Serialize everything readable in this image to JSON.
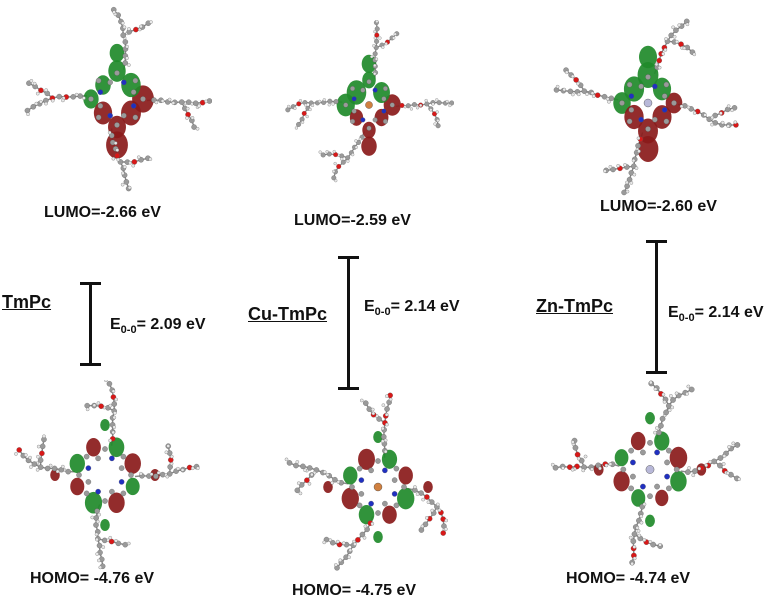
{
  "panels": [
    {
      "name": "TmPc",
      "lumo_label": "LUMO=-2.66 eV",
      "homo_label": "HOMO= -4.76 eV",
      "gap_symbol": "E",
      "gap_subscript": "0-0",
      "gap_value": "= 2.09 eV",
      "center_atom_color": "#3040c0"
    },
    {
      "name": "Cu-TmPc",
      "lumo_label": "LUMO=-2.59 eV",
      "homo_label": "HOMO= -4.75 eV",
      "gap_symbol": "E",
      "gap_subscript": "0-0",
      "gap_value": "= 2.14 eV",
      "center_atom_color": "#d08040"
    },
    {
      "name": "Zn-TmPc",
      "lumo_label": "LUMO=-2.60 eV",
      "homo_label": "HOMO= -4.74 eV",
      "gap_symbol": "E",
      "gap_subscript": "0-0",
      "gap_value": "= 2.14 eV",
      "center_atom_color": "#b8b8d8"
    }
  ],
  "colors": {
    "lobe_green": "#1f8a2a",
    "lobe_red": "#8a1a1a",
    "atom_carbon": "#9a9a9a",
    "atom_oxygen": "#d81818",
    "atom_nitrogen": "#2030c0",
    "atom_hydrogen": "#e8e8e8"
  }
}
